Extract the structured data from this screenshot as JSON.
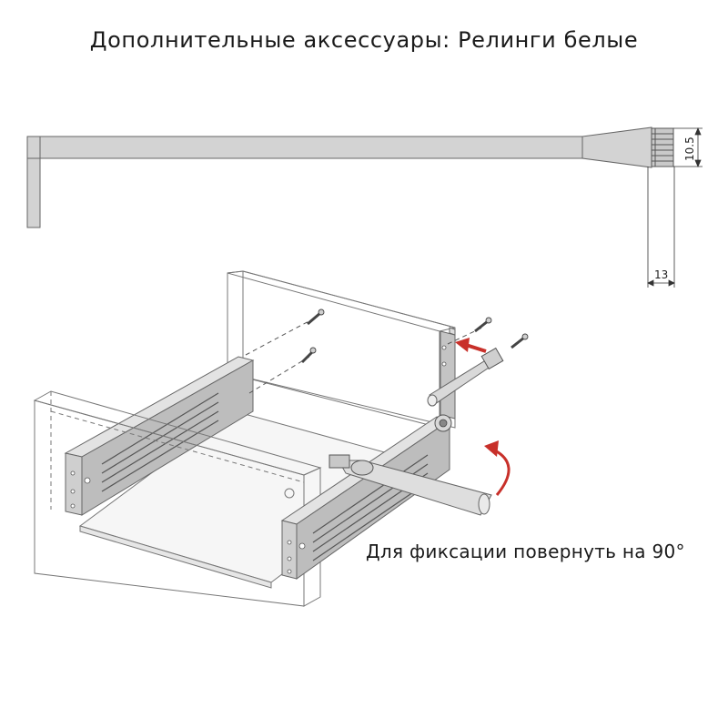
{
  "title": "Дополнительные аксессуары: Релинги белые",
  "dimensions": {
    "height": "10.5",
    "width": "13"
  },
  "note": "Для фиксации повернуть на 90°",
  "colors": {
    "rail": "#d3d3d3",
    "outline": "#666666",
    "arrow": "#c8302a"
  }
}
